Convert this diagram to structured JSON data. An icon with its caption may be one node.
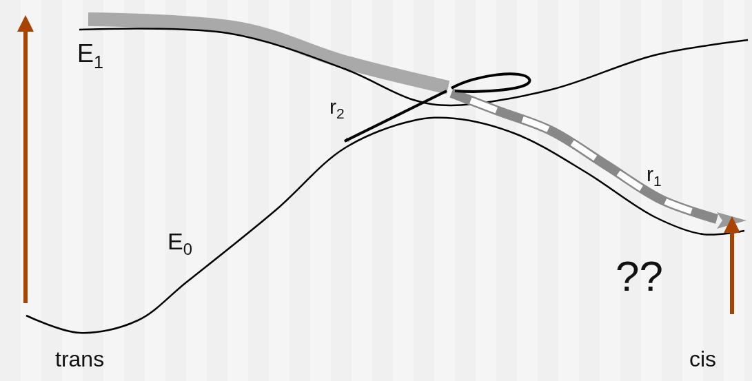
{
  "diagram": {
    "labels": [
      "E$_{1}$",
      "r$_{2}$",
      "r$_{1}$",
      "E$_{0}$",
      "??",
      "trans",
      "cis"
    ]
  }
}
